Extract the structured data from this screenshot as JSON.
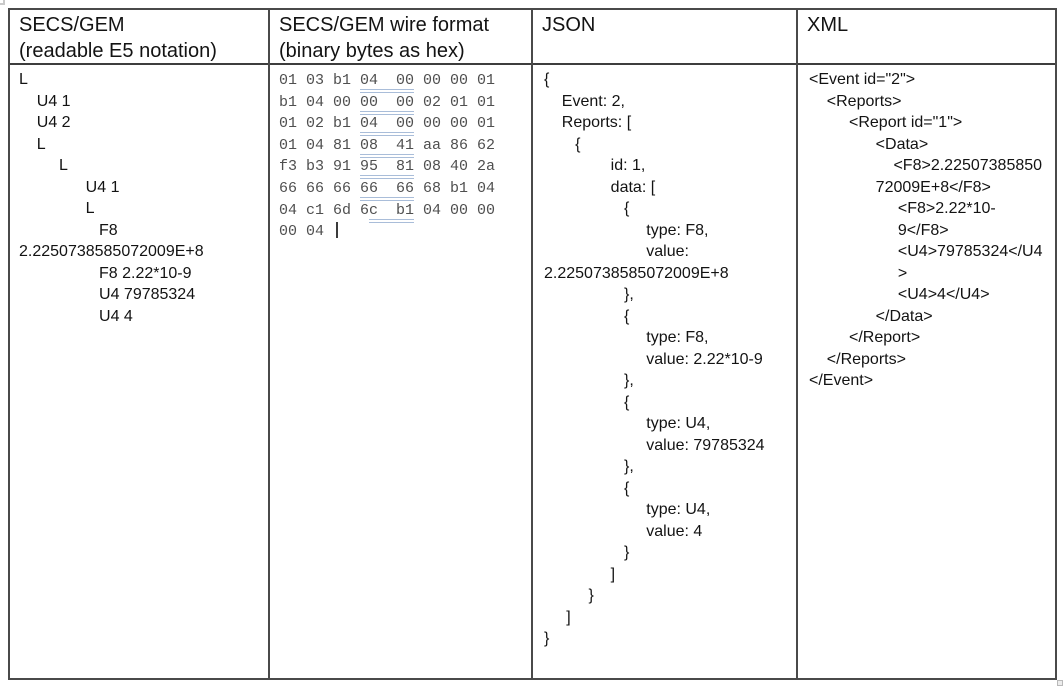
{
  "table": {
    "columns": [
      {
        "id": "e5-notation",
        "header_lines": [
          "SECS/GEM",
          "(readable E5 notation)"
        ],
        "kind": "plain",
        "lines": [
          "L",
          "    U4 1",
          "    U4 2",
          "    L",
          "         L",
          "               U4 1",
          "               L",
          "                  F8",
          "2.2250738585072009E+8",
          "                  F8 2.22*10-9",
          "                  U4 79785324",
          "                  U4 4"
        ]
      },
      {
        "id": "wire-format",
        "header_lines": [
          "SECS/GEM wire format",
          "(binary bytes as hex)"
        ],
        "kind": "hex",
        "hex_lines": [
          {
            "pre": "01 03 b1 ",
            "marked": "04  00",
            "post": " 00 00 01"
          },
          {
            "pre": "b1 04 00 ",
            "marked": "00  00",
            "post": " 02 01 01"
          },
          {
            "pre": "01 02 b1 ",
            "marked": "04  00",
            "post": " 00 00 01"
          },
          {
            "pre": "01 04 81 ",
            "marked": "08  41",
            "post": " aa 86 62"
          },
          {
            "pre": "f3 b3 91 ",
            "marked": "95  81",
            "post": " 08 40 2a"
          },
          {
            "pre": "66 66 66 ",
            "marked": "66  66",
            "post": " 68 b1 04"
          },
          {
            "pre": "04 c1 6d 6",
            "marked": "c  b1",
            "post": " 04 00 00"
          },
          {
            "pre": "00 04 ",
            "marked": "",
            "post": "",
            "caret": true
          }
        ]
      },
      {
        "id": "json",
        "header_lines": [
          "JSON"
        ],
        "kind": "plain",
        "lines": [
          "{",
          "    Event: 2,",
          "    Reports: [",
          "       {",
          "               id: 1,",
          "               data: [",
          "                  {",
          "                       type: F8,",
          "                       value:",
          "2.2250738585072009E+8",
          "                  },",
          "                  {",
          "                       type: F8,",
          "                       value: 2.22*10-9",
          "                  },",
          "                  {",
          "                       type: U4,",
          "                       value: 79785324",
          "                  },",
          "                  {",
          "                       type: U4,",
          "                       value: 4",
          "                  }",
          "               ]",
          "          }",
          "     ]",
          "}"
        ]
      },
      {
        "id": "xml",
        "header_lines": [
          "XML"
        ],
        "kind": "plain",
        "lines": [
          "<Event id=\"2\">",
          "    <Reports>",
          "         <Report id=\"1\">",
          "               <Data>",
          "                   <F8>2.22507385850",
          "               72009E+8</F8>",
          "                    <F8>2.22*10-",
          "                    9</F8>",
          "                    <U4>79785324</U4",
          "                    >",
          "                    <U4>4</U4>",
          "               </Data>",
          "         </Report>",
          "    </Reports>",
          "</Event>"
        ]
      }
    ],
    "colors": {
      "border": "#4a4a4a",
      "text": "#131313",
      "hex_text": "#4f4f4f",
      "marked_underline": "#a9bdd9",
      "handle": "#c9c9c9"
    }
  }
}
